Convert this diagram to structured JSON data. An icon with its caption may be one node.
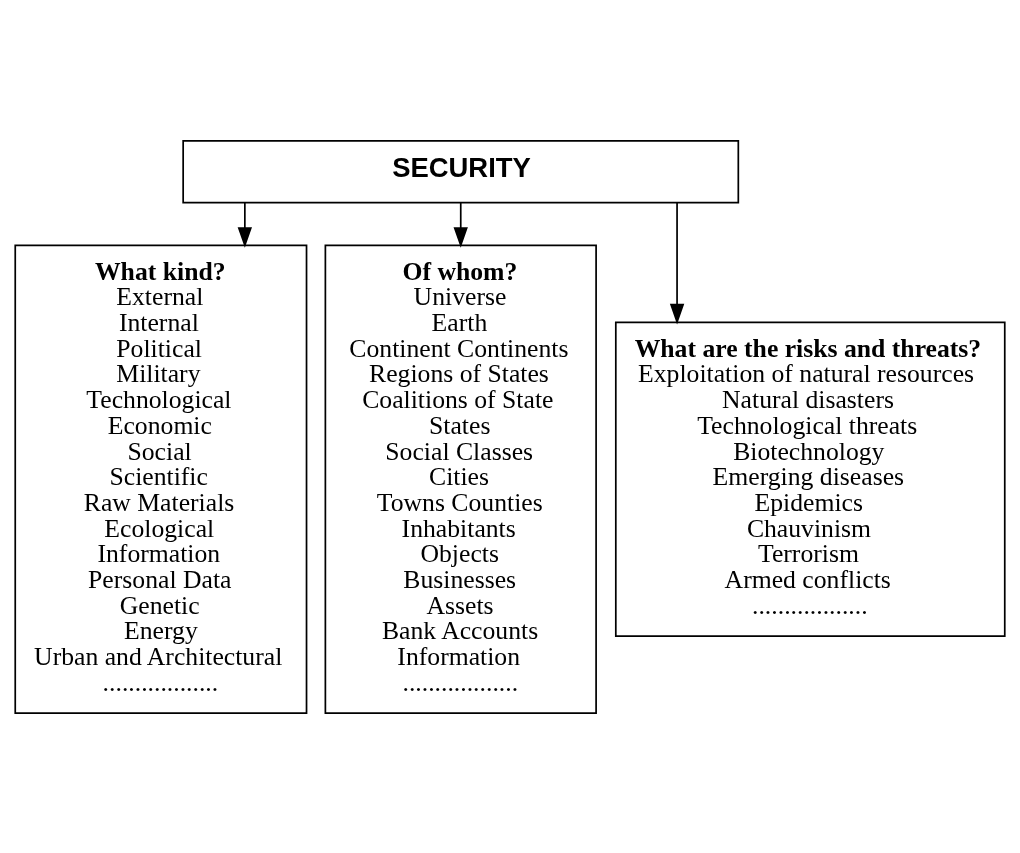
{
  "diagram": {
    "nodes": [
      {
        "text": [
          "SECURITY"
        ]
      },
      {
        "text": [
          "What kind?",
          "External",
          "Internal",
          "Political",
          "Military",
          "Technological",
          "Economic",
          "Social",
          "Scientific",
          "Raw Materials",
          "Ecological",
          "Information",
          "Personal Data",
          "Genetic",
          "Energy",
          "Urban and Architectural",
          ".................."
        ]
      },
      {
        "text": [
          "Of whom?",
          "Universe",
          "Earth",
          "Continent Continents",
          "Regions of States",
          "Coalitions of State",
          "States",
          "Social Classes",
          "Cities",
          "Towns Counties",
          "Inhabitants",
          "Objects",
          "Businesses",
          "Assets",
          "Bank Accounts",
          "Information",
          ".................."
        ]
      },
      {
        "text": [
          "What are the risks and threats?",
          "Exploitation of natural resources",
          "Natural disasters",
          "Technological threats",
          "Biotechnology",
          "Emerging diseases",
          "Epidemics",
          "Chauvinism",
          "Terrorism",
          "Armed conflicts",
          ".................."
        ]
      }
    ],
    "edges": [
      {
        "from": 0,
        "to": 1,
        "arrow": "to"
      },
      {
        "from": 0,
        "to": 2,
        "arrow": "to"
      },
      {
        "from": 0,
        "to": 3,
        "arrow": "to"
      }
    ]
  }
}
